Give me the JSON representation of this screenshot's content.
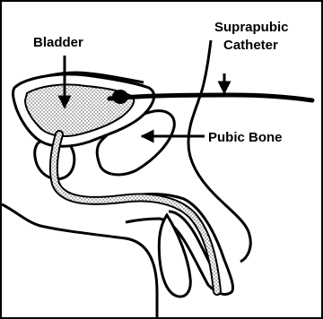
{
  "labels": {
    "bladder": "Bladder",
    "catheter_line1": "Suprapubic",
    "catheter_line2": "Catheter",
    "pubic_bone": "Pubic Bone"
  },
  "colors": {
    "stroke": "#000000",
    "background": "#ffffff",
    "stipple": "#555555"
  }
}
